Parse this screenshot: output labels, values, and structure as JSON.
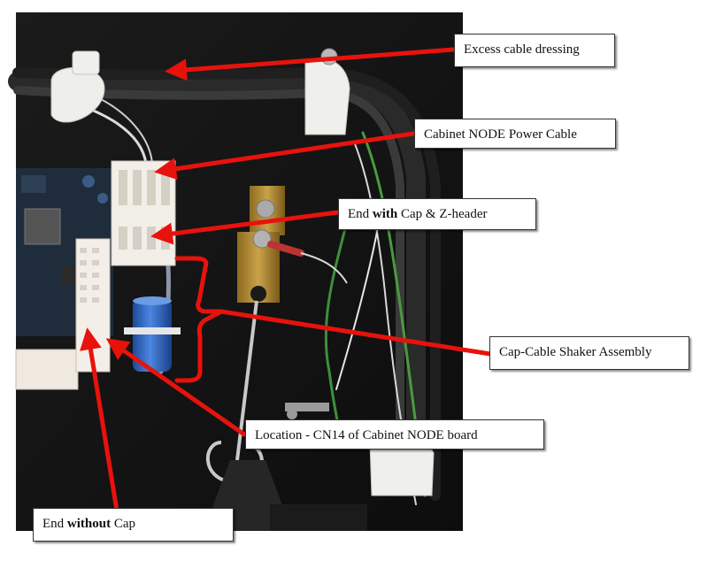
{
  "callouts": {
    "excess_cable": {
      "text": "Excess cable dressing"
    },
    "power_cable": {
      "text": "Cabinet NODE Power Cable"
    },
    "end_with_cap": {
      "pre": "End ",
      "bold": "with",
      "post": " Cap & Z-header"
    },
    "shaker_assembly": {
      "text": "Cap-Cable Shaker Assembly"
    },
    "location": {
      "text": "Location - CN14 of Cabinet  NODE board"
    },
    "end_without_cap": {
      "pre": "End ",
      "bold": "without",
      "post": " Cap"
    }
  },
  "colors": {
    "arrow": "#e8120c",
    "background_panel": "#141414",
    "connector": "#f2efe9",
    "capacitor": "#2f66c8",
    "bracket": "#b08a2e"
  }
}
